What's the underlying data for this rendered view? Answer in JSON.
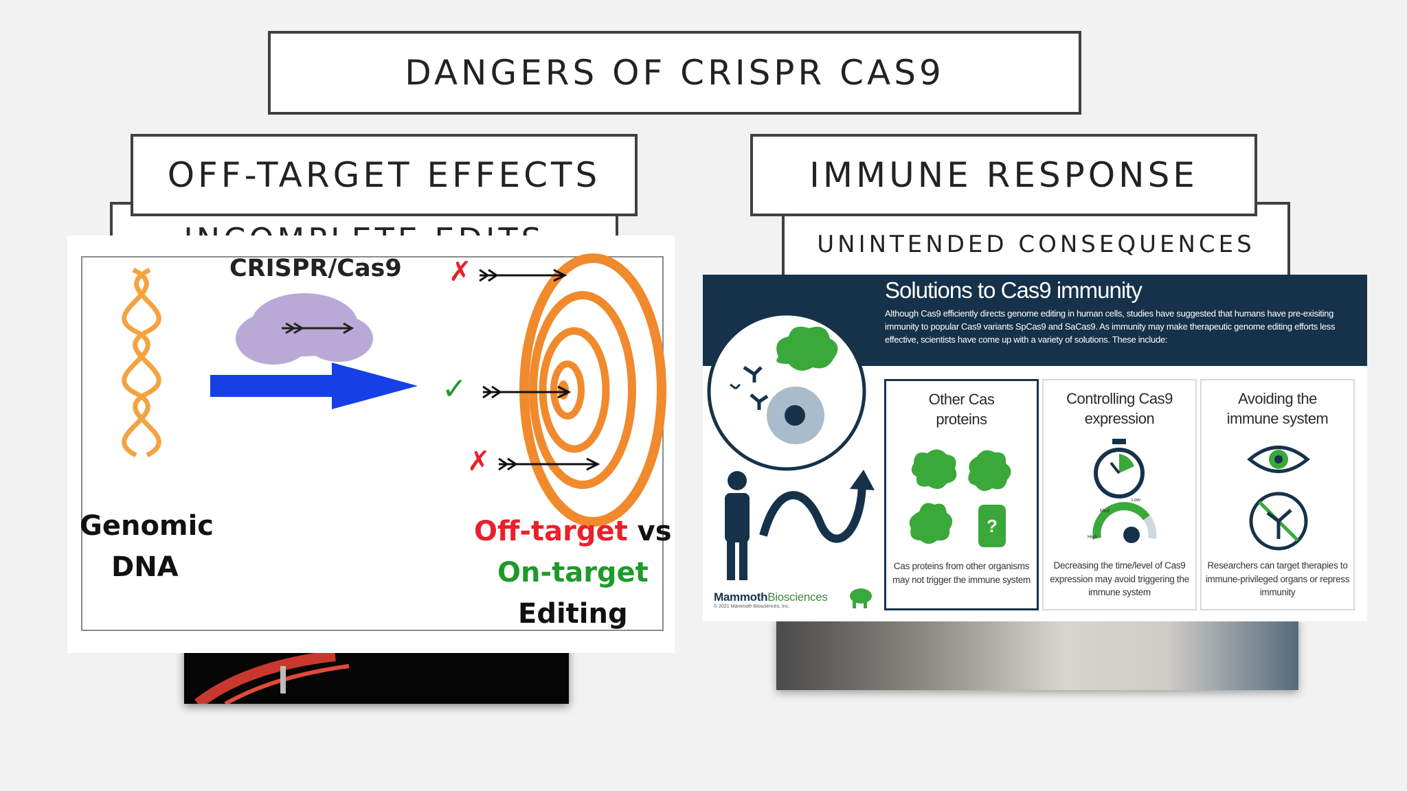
{
  "slide": {
    "title": "DANGERS OF CRISPR CAS9",
    "left_heading": "OFF-TARGET EFFECTS",
    "left_subheading": "INCOMPLETE EDITS",
    "right_heading": "IMMUNE RESPONSE",
    "right_subheading": "UNINTENDED CONSEQUENCES"
  },
  "crispr_figure": {
    "label_cas9": "CRISPR/Cas9",
    "label_genomic": "Genomic",
    "label_dna": "DNA",
    "label_offtarget": "Off-target",
    "label_vs": " vs",
    "label_ontarget": "On-target",
    "label_editing": "Editing",
    "mark_miss": "✗",
    "mark_hit": "✓",
    "colors": {
      "dna": "#f4a340",
      "cloud": "#b9a9d6",
      "arrow": "#1440e6",
      "target": "#f08a2c",
      "red": "#e8212b",
      "green": "#1e9a2a"
    }
  },
  "infographic": {
    "title": "Solutions to Cas9 immunity",
    "description": "Although Cas9 efficiently directs genome editing in human cells, studies have suggested that humans have pre-exisiting immunity to popular Cas9 variants SpCas9 and SaCas9. As immunity may make therapeutic genome editing efforts less effective, scientists have come up with a variety of solutions. These include:",
    "cards": [
      {
        "title_line1": "Other Cas",
        "title_line2": "proteins",
        "desc": "Cas proteins from other organisms may not trigger the immune system",
        "icon": "protein-icon"
      },
      {
        "title_line1": "Controlling Cas9",
        "title_line2": "expression",
        "desc": "Decreasing the time/level of Cas9 expression may avoid triggering the immune system",
        "icon": "stopwatch-icon"
      },
      {
        "title_line1": "Avoiding the",
        "title_line2": "immune system",
        "desc": "Researchers can target therapies to immune-privileged organs or repress immunity",
        "icon": "eye-icon"
      }
    ],
    "gauge_labels": {
      "low": "Low",
      "med": "Med",
      "high": "High"
    },
    "protein_question": "?",
    "logo_bold": "Mammoth",
    "logo_rest": "Biosciences",
    "copyright": "© 2021 Mammoth Biosciences, Inc.",
    "colors": {
      "navy": "#16324a",
      "green": "#3aa83a",
      "grey": "#8fa3b3"
    }
  }
}
